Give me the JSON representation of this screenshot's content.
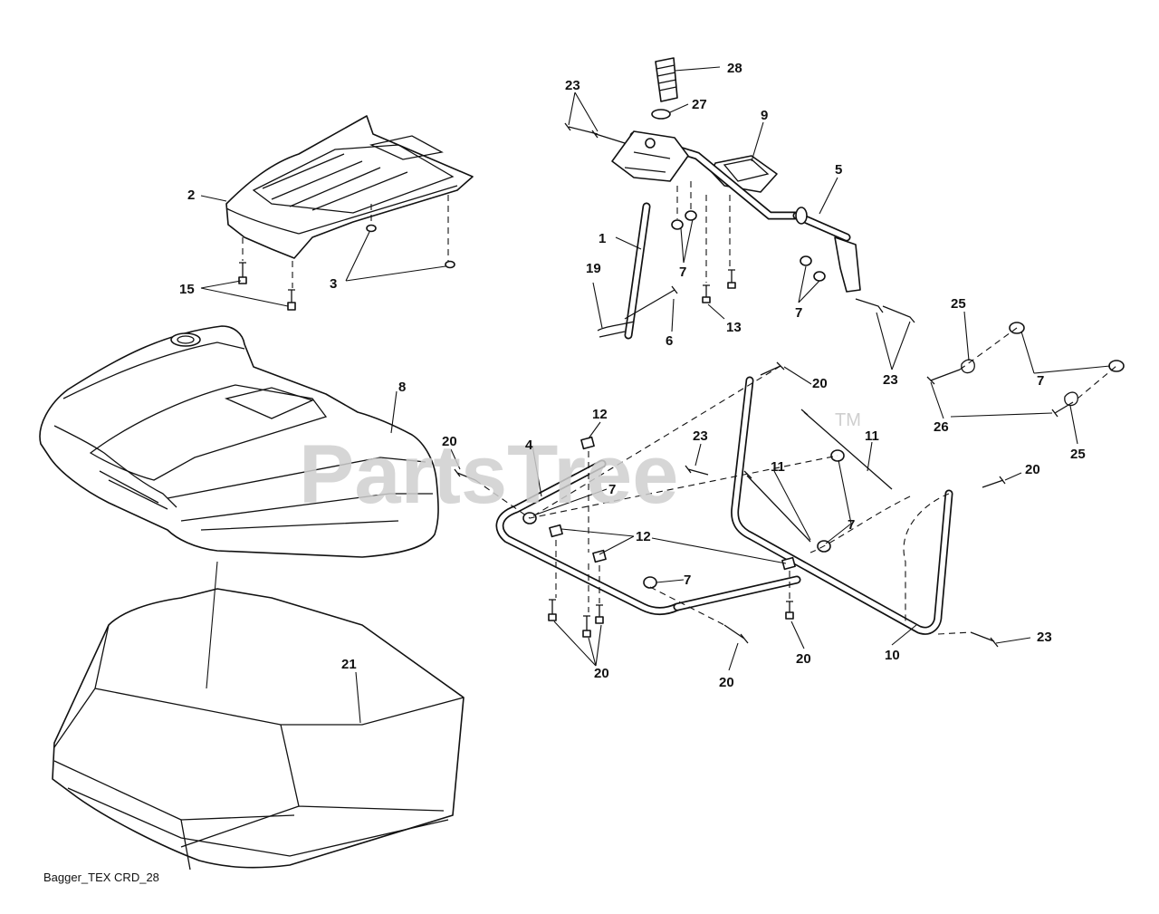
{
  "watermark": {
    "brand": "PartsTree",
    "tm": "TM"
  },
  "diagram_code": "Bagger_TEX CRD_28",
  "callouts": {
    "c1": "1",
    "c2": "2",
    "c3": "3",
    "c4": "4",
    "c5": "5",
    "c6": "6",
    "c7": "7",
    "c8": "8",
    "c9": "9",
    "c10": "10",
    "c11": "11",
    "c12": "12",
    "c13": "13",
    "c15": "15",
    "c19": "19",
    "c20": "20",
    "c21": "21",
    "c23": "23",
    "c25": "25",
    "c26": "26",
    "c27": "27",
    "c28": "28"
  },
  "colors": {
    "line": "#111111",
    "watermark": "#cfcfcf",
    "background": "#ffffff"
  }
}
